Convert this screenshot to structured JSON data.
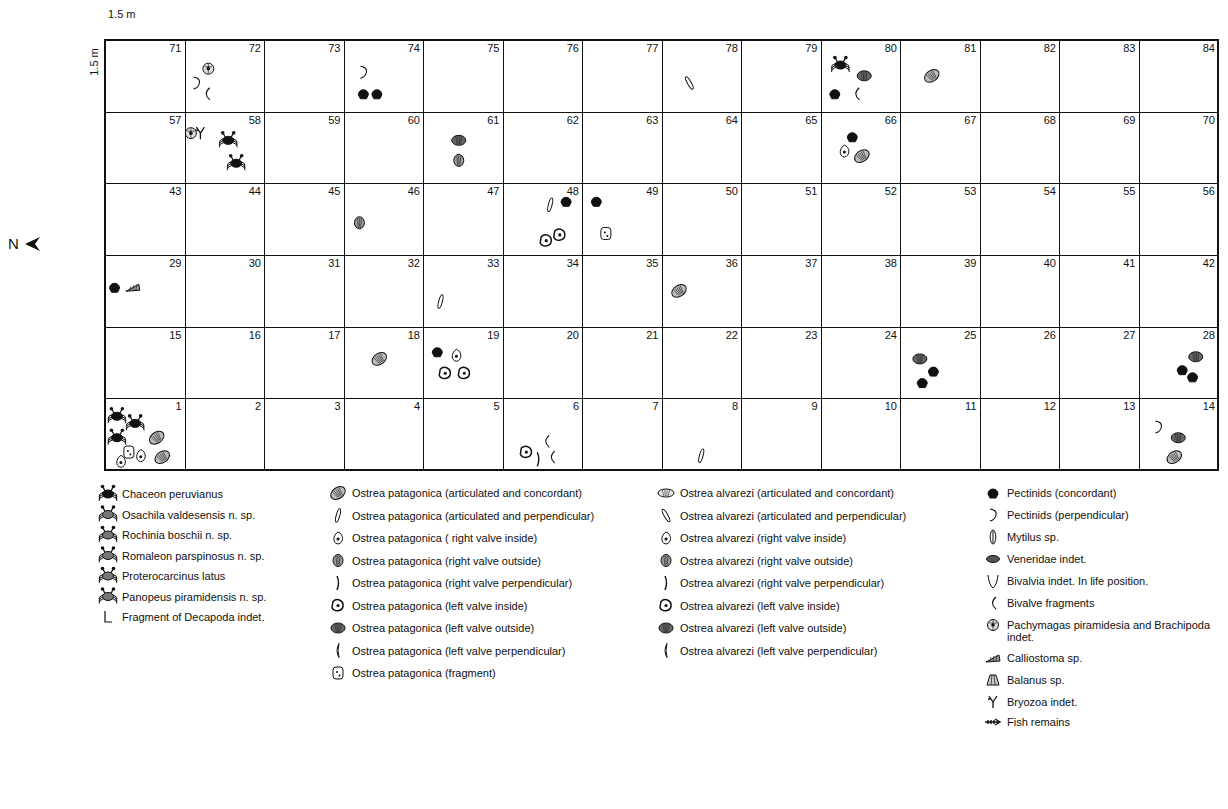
{
  "diagram": {
    "nodes": [
      {
        "text": [
          "71"
        ]
      },
      {
        "text": [
          "72"
        ]
      },
      {
        "text": [
          "73"
        ]
      },
      {
        "text": [
          "74"
        ]
      },
      {
        "text": [
          "75"
        ]
      },
      {
        "text": [
          "76"
        ]
      },
      {
        "text": [
          "77"
        ]
      },
      {
        "text": [
          "78"
        ]
      },
      {
        "text": [
          "79"
        ]
      },
      {
        "text": [
          "80"
        ]
      },
      {
        "text": [
          "81"
        ]
      },
      {
        "text": [
          "82"
        ]
      },
      {
        "text": [
          "83"
        ]
      },
      {
        "text": [
          "84"
        ]
      },
      {
        "text": [
          "57"
        ]
      },
      {
        "text": [
          "58"
        ]
      },
      {
        "text": [
          "59"
        ]
      },
      {
        "text": [
          "60"
        ]
      },
      {
        "text": [
          "61"
        ]
      },
      {
        "text": [
          "62"
        ]
      },
      {
        "text": [
          "63"
        ]
      },
      {
        "text": [
          "64"
        ]
      },
      {
        "text": [
          "65"
        ]
      },
      {
        "text": [
          "66"
        ]
      },
      {
        "text": [
          "67"
        ]
      },
      {
        "text": [
          "68"
        ]
      },
      {
        "text": [
          "69"
        ]
      },
      {
        "text": [
          "70"
        ]
      },
      {
        "text": [
          "43"
        ]
      },
      {
        "text": [
          "44"
        ]
      },
      {
        "text": [
          "45"
        ]
      },
      {
        "text": [
          "46"
        ]
      },
      {
        "text": [
          "47"
        ]
      },
      {
        "text": [
          "48"
        ]
      },
      {
        "text": [
          "49"
        ]
      },
      {
        "text": [
          "50"
        ]
      },
      {
        "text": [
          "51"
        ]
      },
      {
        "text": [
          "52"
        ]
      },
      {
        "text": [
          "53"
        ]
      },
      {
        "text": [
          "54"
        ]
      },
      {
        "text": [
          "55"
        ]
      },
      {
        "text": [
          "56"
        ]
      },
      {
        "text": [
          "29"
        ]
      },
      {
        "text": [
          "30"
        ]
      },
      {
        "text": [
          "31"
        ]
      },
      {
        "text": [
          "32"
        ]
      },
      {
        "text": [
          "33"
        ]
      },
      {
        "text": [
          "34"
        ]
      },
      {
        "text": [
          "35"
        ]
      },
      {
        "text": [
          "36"
        ]
      },
      {
        "text": [
          "37"
        ]
      },
      {
        "text": [
          "38"
        ]
      },
      {
        "text": [
          "39"
        ]
      },
      {
        "text": [
          "40"
        ]
      },
      {
        "text": [
          "41"
        ]
      },
      {
        "text": [
          "42"
        ]
      },
      {
        "text": [
          "15"
        ]
      },
      {
        "text": [
          "16"
        ]
      },
      {
        "text": [
          "17"
        ]
      },
      {
        "text": [
          "18"
        ]
      },
      {
        "text": [
          "19"
        ]
      },
      {
        "text": [
          "20"
        ]
      },
      {
        "text": [
          "21"
        ]
      },
      {
        "text": [
          "22"
        ]
      },
      {
        "text": [
          "23"
        ]
      },
      {
        "text": [
          "24"
        ]
      },
      {
        "text": [
          "25"
        ]
      },
      {
        "text": [
          "26"
        ]
      },
      {
        "text": [
          "27"
        ]
      },
      {
        "text": [
          "28"
        ]
      },
      {
        "text": [
          "1"
        ]
      },
      {
        "text": [
          "2"
        ]
      },
      {
        "text": [
          "3"
        ]
      },
      {
        "text": [
          "4"
        ]
      },
      {
        "text": [
          "5"
        ]
      },
      {
        "text": [
          "6"
        ]
      },
      {
        "text": [
          "7"
        ]
      },
      {
        "text": [
          "8"
        ]
      },
      {
        "text": [
          "9"
        ]
      },
      {
        "text": [
          "10"
        ]
      },
      {
        "text": [
          "11"
        ]
      },
      {
        "text": [
          "12"
        ]
      },
      {
        "text": [
          "13"
        ]
      },
      {
        "text": [
          "14"
        ]
      }
    ],
    "labels": [
      "1.5 m",
      "1.5 m",
      "N"
    ],
    "legend": [
      {
        "text": "Chaceon peruvianus"
      },
      {
        "text": "Osachila valdesensis n. sp."
      },
      {
        "text": "Rochinia boschii n. sp."
      },
      {
        "text": "Romaleon parspinosus n. sp."
      },
      {
        "text": "Proterocarcinus latus"
      },
      {
        "text": "Panopeus piramidensis n. sp."
      },
      {
        "text": "Fragment of Decapoda indet."
      },
      {
        "text": "Ostrea patagonica (articulated and concordant)"
      },
      {
        "text": "Ostrea patagonica (articulated and perpendicular)"
      },
      {
        "text": "Ostrea patagonica ( right valve inside)"
      },
      {
        "text": "Ostrea patagonica (right valve outside)"
      },
      {
        "text": "Ostrea patagonica (right valve perpendicular)"
      },
      {
        "text": "Ostrea patagonica (left valve inside)"
      },
      {
        "text": "Ostrea patagonica (left valve outside)"
      },
      {
        "text": "Ostrea patagonica (left valve perpendicular)"
      },
      {
        "text": "Ostrea patagonica (fragment)"
      },
      {
        "text": "Ostrea alvarezi (articulated and concordant)"
      },
      {
        "text": "Ostrea alvarezi (articulated and perpendicular)"
      },
      {
        "text": "Ostrea alvarezi (right valve inside)"
      },
      {
        "text": "Ostrea alvarezi (right valve outside)"
      },
      {
        "text": "Ostrea alvarezi (right valve perpendicular)"
      },
      {
        "text": "Ostrea alvarezi (left valve inside)"
      },
      {
        "text": "Ostrea alvarezi (left valve outside)"
      },
      {
        "text": "Ostrea alvarezi (left valve perpendicular)"
      },
      {
        "text": "Pectinids (concordant)"
      },
      {
        "text": "Pectinids (perpendicular)"
      },
      {
        "text": "Mytilus sp."
      },
      {
        "text": "Veneridae indet."
      },
      {
        "text": "Bivalvia indet. In life position."
      },
      {
        "text": "Bivalve fragments"
      },
      {
        "text": "Pachymagas piramidesia and Brachipoda indet."
      },
      {
        "text": "Calliostoma sp."
      },
      {
        "text": "Balanus sp."
      },
      {
        "text": "Bryozoa indet."
      },
      {
        "text": "Fish remains"
      }
    ]
  }
}
